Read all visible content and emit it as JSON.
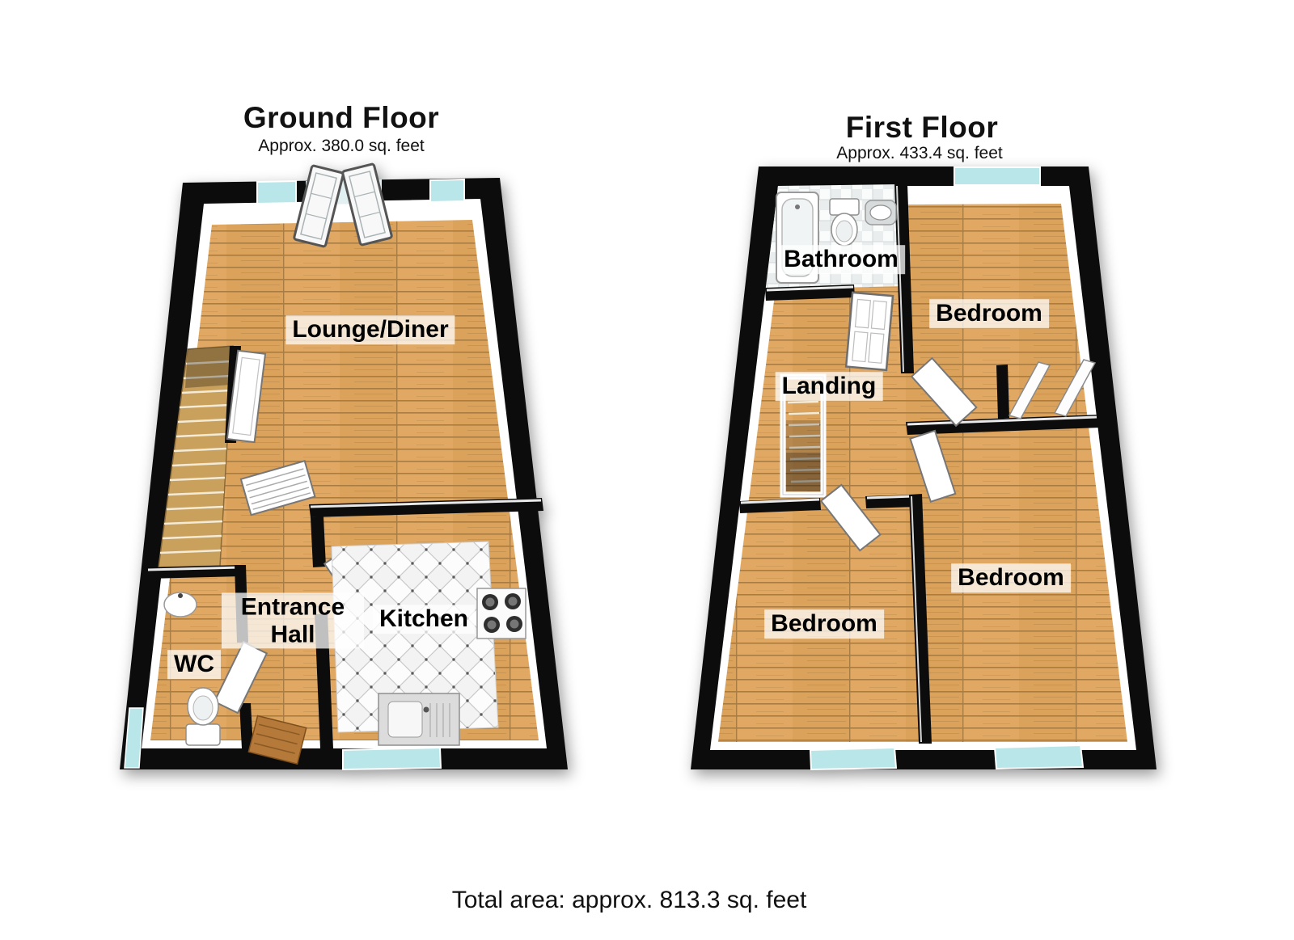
{
  "ground_floor": {
    "title": "Ground Floor",
    "area_label": "Approx. 380.0 sq. feet",
    "rooms": {
      "lounge_diner": "Lounge/Diner",
      "entrance_hall": "Entrance Hall",
      "kitchen": "Kitchen",
      "wc": "WC"
    }
  },
  "first_floor": {
    "title": "First Floor",
    "area_label": "Approx. 433.4 sq. feet",
    "rooms": {
      "bathroom": "Bathroom",
      "bedroom_top_right": "Bedroom",
      "landing": "Landing",
      "bedroom_bottom_left": "Bedroom",
      "bedroom_bottom_right": "Bedroom"
    }
  },
  "footer": {
    "total_area": "Total area: approx. 813.3 sq. feet"
  },
  "colors": {
    "wall": "#0c0c0c",
    "wood_floor": "#e0a862",
    "window_glass": "#b8e6e9",
    "label_background": "rgba(255,255,255,0.74)",
    "background": "#ffffff"
  }
}
